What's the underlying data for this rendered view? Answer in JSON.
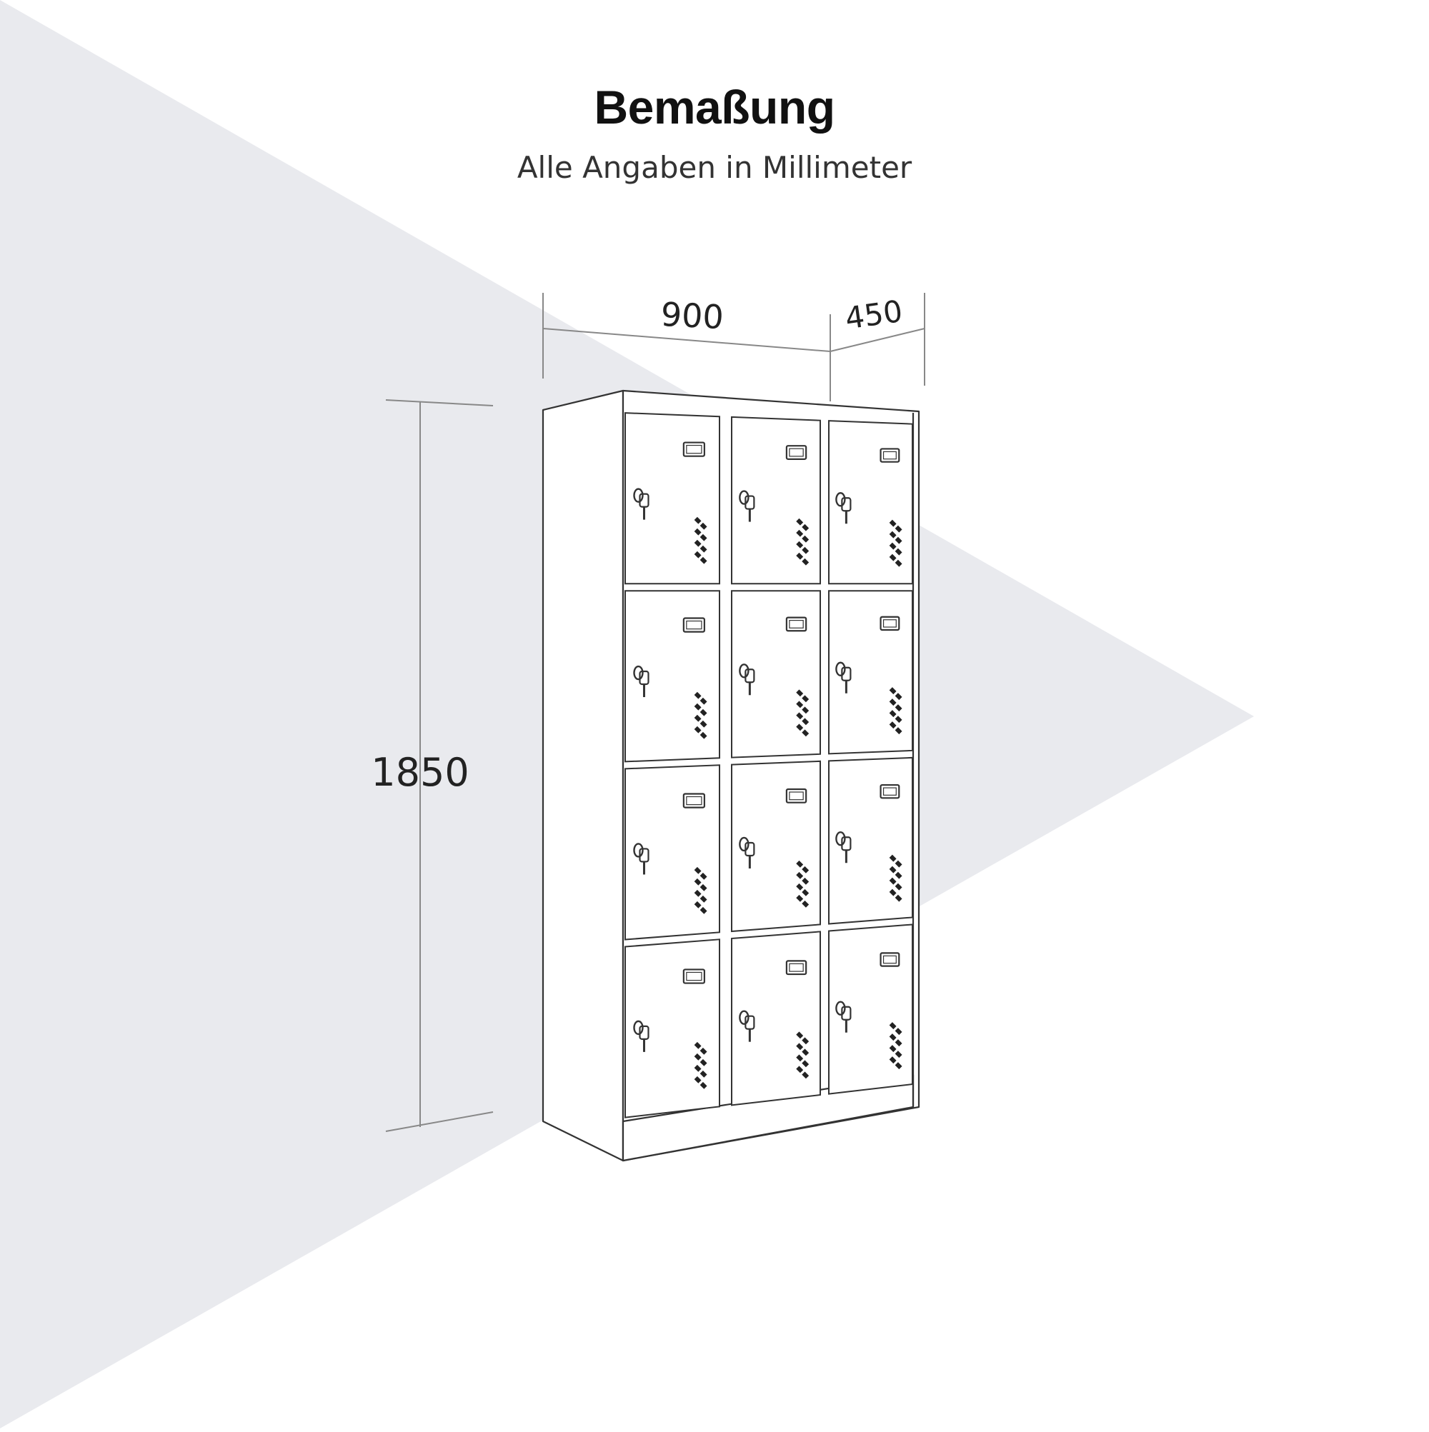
{
  "header": {
    "title": "Bemaßung",
    "subtitle": "Alle Angaben in Millimeter"
  },
  "dimensions": {
    "width": "900",
    "depth": "450",
    "height": "1850"
  },
  "locker": {
    "rows": 4,
    "columns": 3
  },
  "colors": {
    "background_shape": "#e9eaee",
    "line": "#333333",
    "dimension_line": "#888888"
  }
}
